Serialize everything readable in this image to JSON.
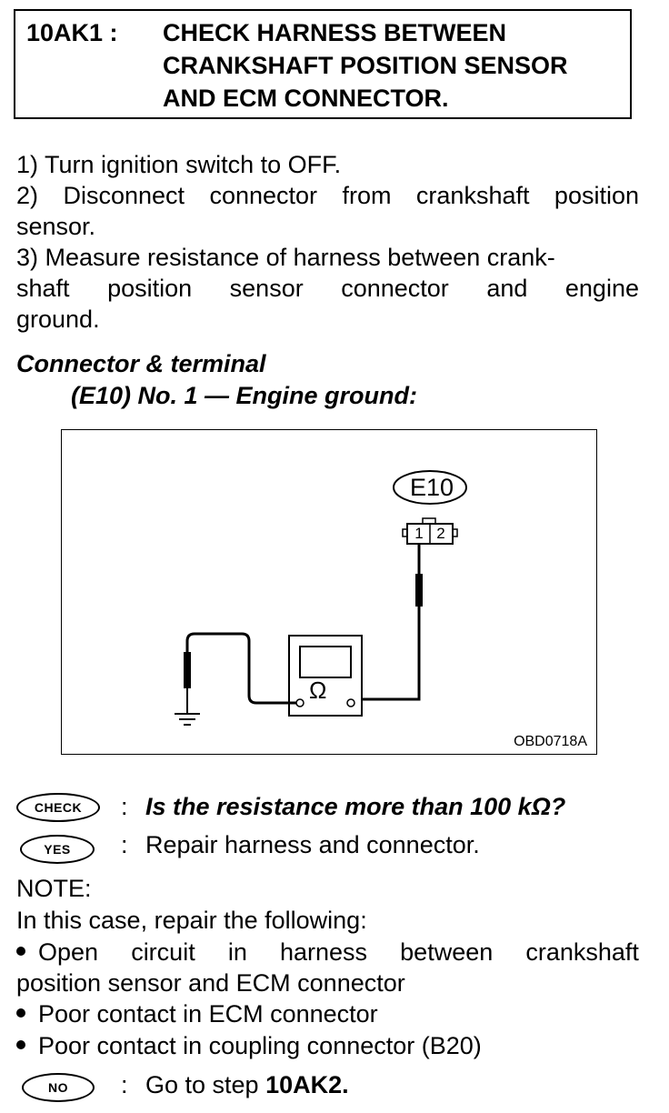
{
  "header": {
    "step_id": "10AK1 :",
    "title_lines": [
      "CHECK HARNESS BETWEEN",
      "CRANKSHAFT POSITION SENSOR",
      "AND ECM CONNECTOR."
    ]
  },
  "procedure": {
    "step1": "1)  Turn ignition switch to OFF.",
    "step2_line1_words": [
      "2)",
      "Disconnect",
      "connector",
      "from",
      "crankshaft",
      "position"
    ],
    "step2_line2": "sensor.",
    "step3_line1": "3)  Measure resistance of harness between crank-",
    "step3_line2_words": [
      "shaft",
      "position",
      "sensor",
      "connector",
      "and",
      "engine"
    ],
    "step3_line3": "ground."
  },
  "connector_terminal": {
    "heading": "Connector & terminal",
    "spec": "(E10) No. 1 — Engine ground:"
  },
  "diagram": {
    "connector_label": "E10",
    "pin1": "1",
    "pin2": "2",
    "meter_symbol": "Ω",
    "figure_code": "OBD0718A"
  },
  "check": {
    "badge": "CHECK",
    "colon": ":",
    "question": "Is the resistance more than 100 kΩ?"
  },
  "yes": {
    "badge": "YES",
    "colon": ":",
    "answer": "Repair harness and connector."
  },
  "note": {
    "label": "NOTE:",
    "intro": "In this case, repair the following:",
    "bullet1_line1_words": [
      "Open",
      "circuit",
      "in",
      "harness",
      "between",
      "crankshaft"
    ],
    "bullet1_line2": "position sensor and ECM connector",
    "bullet2": "Poor contact in ECM connector",
    "bullet3": "Poor contact in coupling connector (B20)"
  },
  "no": {
    "badge": "NO",
    "colon": ":",
    "answer_prefix": "Go to step ",
    "answer_step": "10AK2."
  }
}
